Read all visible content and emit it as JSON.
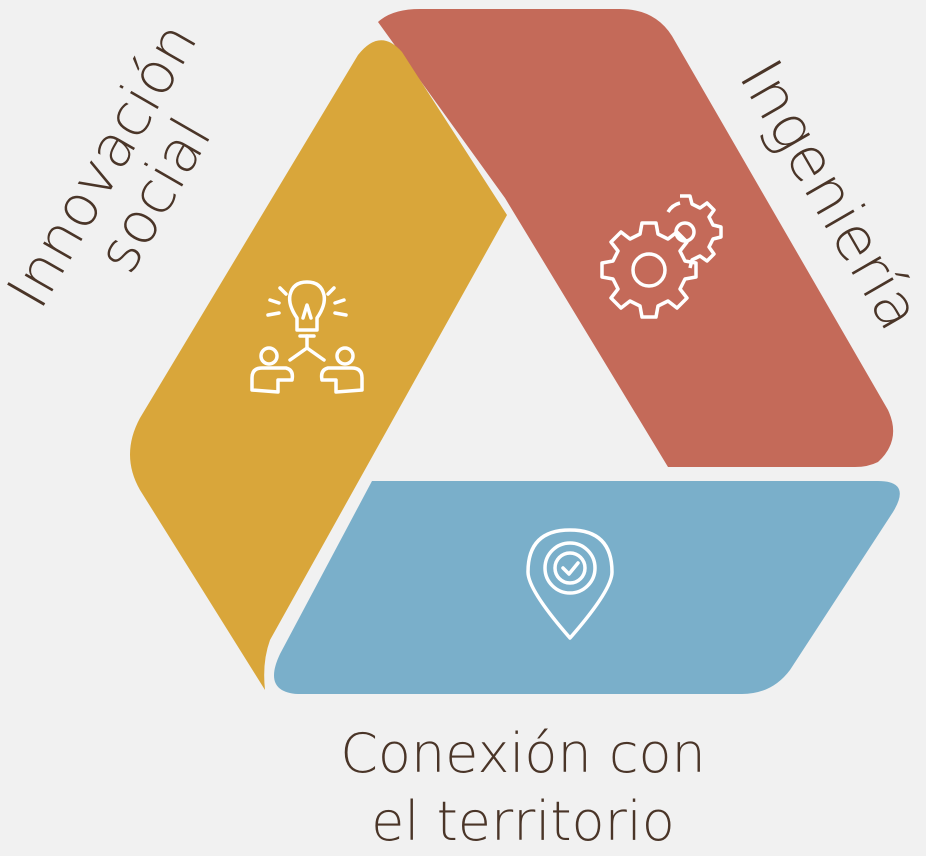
{
  "segments": [
    {
      "id": "innovacion",
      "lines": [
        "Innovación",
        "social"
      ],
      "color": "#d9a63a",
      "icon": "lightbulb-people-icon"
    },
    {
      "id": "ingenieria",
      "lines": [
        "Ingeniería"
      ],
      "color": "#c46a59",
      "icon": "gears-icon"
    },
    {
      "id": "conexion",
      "lines": [
        "Conexión con",
        "el territorio"
      ],
      "color": "#7aafca",
      "icon": "location-pin-check-icon"
    }
  ],
  "label_color": "#4a3528",
  "icon_color": "#ffffff"
}
